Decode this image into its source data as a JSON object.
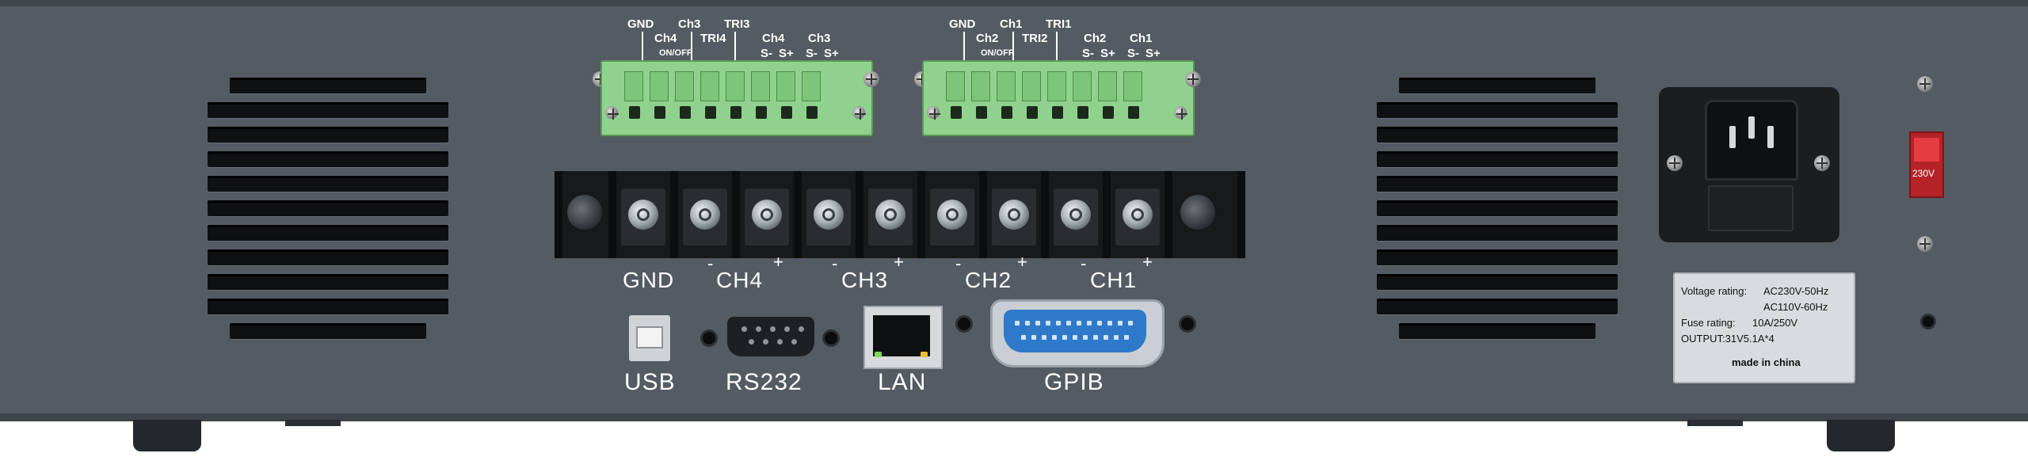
{
  "terminal_left": {
    "row1": [
      "GND",
      "Ch3",
      "TRI3"
    ],
    "row2": [
      "Ch4",
      "TRI4",
      "Ch4",
      "Ch3"
    ],
    "row3": [
      "ON/OFF",
      "S-",
      "S+",
      "S-",
      "S+"
    ]
  },
  "terminal_right": {
    "row1": [
      "GND",
      "Ch1",
      "TRI1"
    ],
    "row2": [
      "Ch2",
      "TRI2",
      "Ch2",
      "Ch1"
    ],
    "row3": [
      "ON/OFF",
      "S-",
      "S+",
      "S-",
      "S+"
    ]
  },
  "output_labels": {
    "gnd": "GND",
    "ch4": "CH4",
    "ch3": "CH3",
    "ch2": "CH2",
    "ch1": "CH1",
    "minus": "-",
    "plus": "+"
  },
  "ports": {
    "usb": "USB",
    "rs232": "RS232",
    "lan": "LAN",
    "gpib": "GPIB"
  },
  "voltage_selector": "230V",
  "rating_label": {
    "voltage": "Voltage rating:",
    "ac230": "AC230V-50Hz",
    "ac110": "AC110V-60Hz",
    "fuse": "Fuse rating:",
    "fuse_value": "10A/250V",
    "output": "OUTPUT:31V5.1A*4",
    "made": "made in china"
  }
}
